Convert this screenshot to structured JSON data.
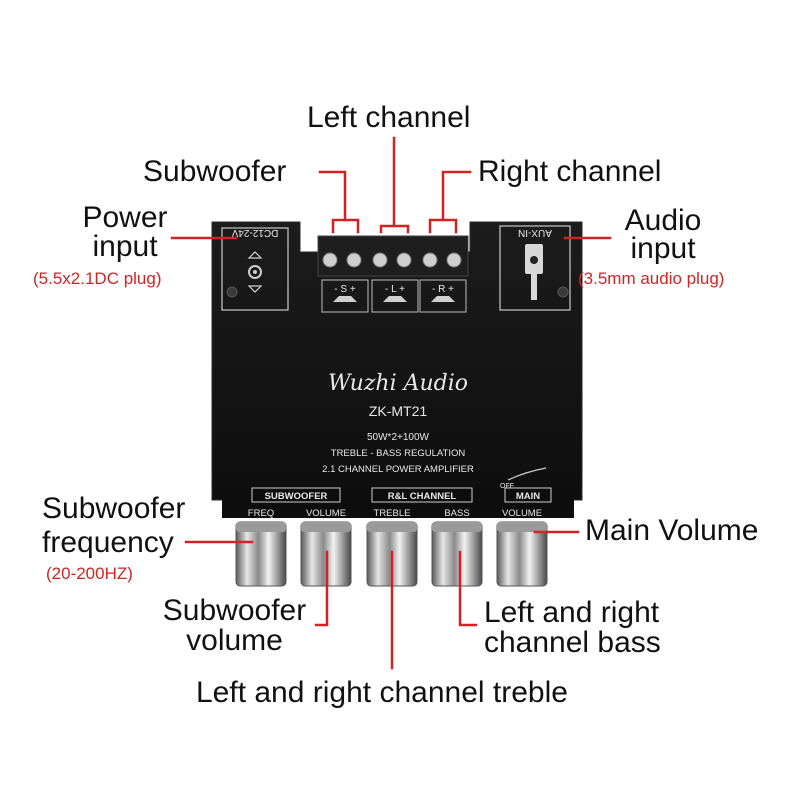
{
  "colors": {
    "board": "#141414",
    "callout_line": "#d22323",
    "subtext": "#d22323",
    "label": "#111111"
  },
  "callouts": {
    "left_channel": "Left channel",
    "subwoofer": "Subwoofer",
    "right_channel": "Right channel",
    "power_input": {
      "line1": "Power",
      "line2": "input",
      "note": "(5.5x2.1DC plug)"
    },
    "audio_input": {
      "line1": "Audio",
      "line2": "input",
      "note": "(3.5mm audio plug)"
    },
    "subwoofer_frequency": {
      "line1": "Subwoofer",
      "line2": "frequency",
      "note": "(20-200HZ)"
    },
    "main_volume": "Main Volume",
    "subwoofer_volume": {
      "line1": "Subwoofer",
      "line2": "volume"
    },
    "lr_bass": {
      "line1": "Left and right",
      "line2": "channel bass"
    },
    "lr_treble": "Left and right channel treble"
  },
  "board": {
    "brand": "Wuzhi Audio",
    "model": "ZK-MT21",
    "power_spec": "50W*2+100W",
    "regulation": "TREBLE - BASS REGULATION",
    "description": "2.1 CHANNEL POWER AMPLIFIER",
    "dc_label": "DC12-24V",
    "aux_label": "AUX-IN",
    "terminals": {
      "sub": "- S +",
      "left": "- L +",
      "right": "- R +"
    },
    "groups": {
      "subwoofer": "SUBWOOFER",
      "rl_channel": "R&L CHANNEL",
      "main": "MAIN"
    },
    "knob_labels": [
      "FREQ",
      "VOLUME",
      "TREBLE",
      "BASS",
      "VOLUME"
    ],
    "off_label": "OFF"
  }
}
